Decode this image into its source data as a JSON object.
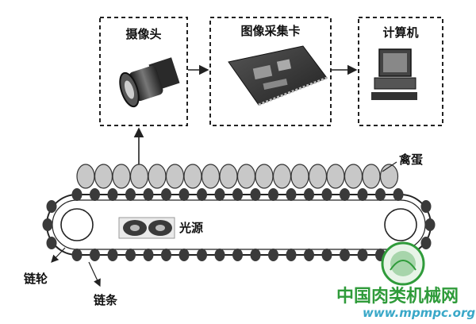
{
  "boxes": {
    "camera": "摄像头",
    "capture_card": "图像采集卡",
    "computer": "计算机"
  },
  "labels": {
    "eggs": "禽蛋",
    "light_source": "光源",
    "sprocket": "链轮",
    "chain": "链条"
  },
  "watermark": {
    "site_name": "中国肉类机械网",
    "url": "www.mpmpc.org"
  },
  "colors": {
    "egg_fill": "#c8c8c8",
    "chain_dot": "#3a3a3a",
    "watermark_green": "#2f9b3a",
    "watermark_blue": "#3aa8c8"
  }
}
